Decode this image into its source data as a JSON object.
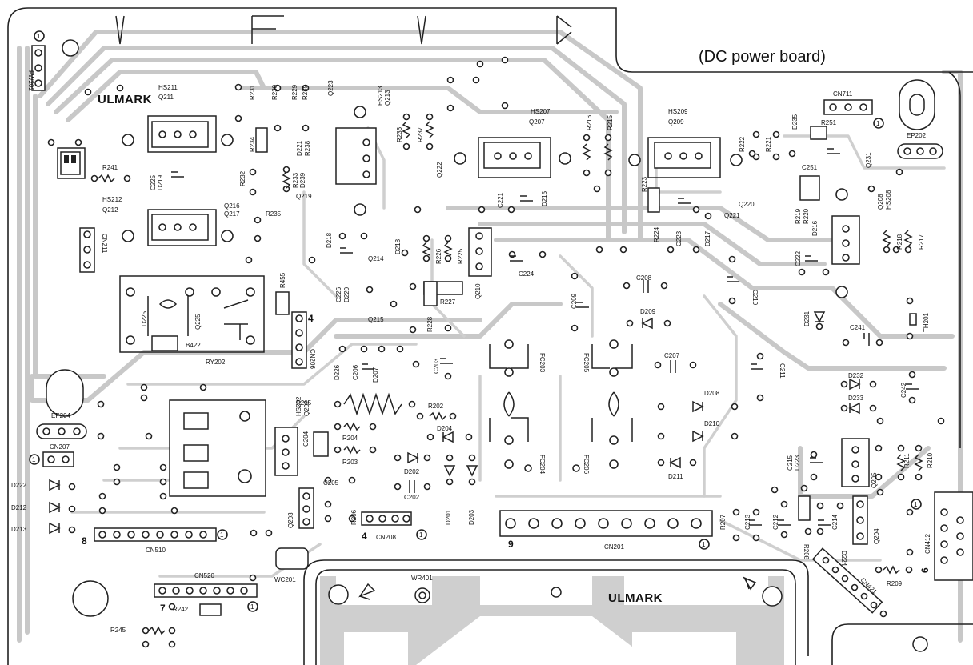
{
  "board_title": "(DC power board)",
  "logo_text": "ULMARK",
  "references": [
    {
      "id": "fw202",
      "text": "FW202"
    },
    {
      "id": "hs211",
      "text": "HS211"
    },
    {
      "id": "q211",
      "text": "Q211"
    },
    {
      "id": "r231",
      "text": "R231"
    },
    {
      "id": "r230",
      "text": "R230"
    },
    {
      "id": "r229",
      "text": "R229"
    },
    {
      "id": "r239",
      "text": "R239"
    },
    {
      "id": "q223",
      "text": "Q223"
    },
    {
      "id": "hs213",
      "text": "HS213"
    },
    {
      "id": "q213",
      "text": "Q213"
    },
    {
      "id": "hs207",
      "text": "HS207"
    },
    {
      "id": "q207",
      "text": "Q207"
    },
    {
      "id": "r216",
      "text": "R216"
    },
    {
      "id": "r215",
      "text": "R215"
    },
    {
      "id": "hs209",
      "text": "HS209"
    },
    {
      "id": "q209",
      "text": "Q209"
    },
    {
      "id": "d235",
      "text": "D235"
    },
    {
      "id": "cn711",
      "text": "CN711"
    },
    {
      "id": "r251",
      "text": "R251"
    },
    {
      "id": "ep202",
      "text": "EP202"
    },
    {
      "id": "r241",
      "text": "R241"
    },
    {
      "id": "hs212",
      "text": "HS212"
    },
    {
      "id": "q212",
      "text": "Q212"
    },
    {
      "id": "c225",
      "text": "C225"
    },
    {
      "id": "d219",
      "text": "D219"
    },
    {
      "id": "q216",
      "text": "Q216"
    },
    {
      "id": "q217",
      "text": "Q217"
    },
    {
      "id": "r234",
      "text": "R234"
    },
    {
      "id": "r232",
      "text": "R232"
    },
    {
      "id": "d221",
      "text": "D221"
    },
    {
      "id": "r238",
      "text": "R238"
    },
    {
      "id": "r233",
      "text": "R233"
    },
    {
      "id": "d239",
      "text": "D239"
    },
    {
      "id": "q219",
      "text": "Q219"
    },
    {
      "id": "r236",
      "text": "R236"
    },
    {
      "id": "r237",
      "text": "R237"
    },
    {
      "id": "q222",
      "text": "Q222"
    },
    {
      "id": "c221",
      "text": "C221"
    },
    {
      "id": "d215",
      "text": "D215"
    },
    {
      "id": "r223",
      "text": "R223"
    },
    {
      "id": "r222",
      "text": "R222"
    },
    {
      "id": "r221",
      "text": "R221"
    },
    {
      "id": "q221",
      "text": "Q221"
    },
    {
      "id": "q220",
      "text": "Q220"
    },
    {
      "id": "c251",
      "text": "C251"
    },
    {
      "id": "q231",
      "text": "Q231"
    },
    {
      "id": "cn211",
      "text": "CN211"
    },
    {
      "id": "r235",
      "text": "R235"
    },
    {
      "id": "d218a",
      "text": "D218"
    },
    {
      "id": "q214",
      "text": "Q214"
    },
    {
      "id": "d218b",
      "text": "D218"
    },
    {
      "id": "r226",
      "text": "R226"
    },
    {
      "id": "r225",
      "text": "R225"
    },
    {
      "id": "c224",
      "text": "C224"
    },
    {
      "id": "r224",
      "text": "R224"
    },
    {
      "id": "c223",
      "text": "C223"
    },
    {
      "id": "d217",
      "text": "D217"
    },
    {
      "id": "r219",
      "text": "R219"
    },
    {
      "id": "r220",
      "text": "R220"
    },
    {
      "id": "d216",
      "text": "D216"
    },
    {
      "id": "q208",
      "text": "Q208"
    },
    {
      "id": "hs208",
      "text": "HS208"
    },
    {
      "id": "r218",
      "text": "R218"
    },
    {
      "id": "r217",
      "text": "R217"
    },
    {
      "id": "c222",
      "text": "C222"
    },
    {
      "id": "r455",
      "text": "R455"
    },
    {
      "id": "c226",
      "text": "C226"
    },
    {
      "id": "d220",
      "text": "D220"
    },
    {
      "id": "q215",
      "text": "Q215"
    },
    {
      "id": "r227",
      "text": "R227"
    },
    {
      "id": "q210",
      "text": "Q210"
    },
    {
      "id": "r228",
      "text": "R228"
    },
    {
      "id": "c208",
      "text": "C208"
    },
    {
      "id": "c210",
      "text": "C210"
    },
    {
      "id": "c209",
      "text": "C209"
    },
    {
      "id": "d209",
      "text": "D209"
    },
    {
      "id": "d231",
      "text": "D231"
    },
    {
      "id": "th201",
      "text": "TH201"
    },
    {
      "id": "c241",
      "text": "C241"
    },
    {
      "id": "d225",
      "text": "D225"
    },
    {
      "id": "q225",
      "text": "Q225"
    },
    {
      "id": "b422",
      "text": "B422"
    },
    {
      "id": "ry202",
      "text": "RY202"
    },
    {
      "id": "cn206",
      "text": "CN206"
    },
    {
      "id": "d226",
      "text": "D226"
    },
    {
      "id": "c206",
      "text": "C206"
    },
    {
      "id": "d207",
      "text": "D207"
    },
    {
      "id": "c203",
      "text": "C203"
    },
    {
      "id": "fc203",
      "text": "FC203"
    },
    {
      "id": "fc205",
      "text": "FC205"
    },
    {
      "id": "c207",
      "text": "C207"
    },
    {
      "id": "c211",
      "text": "C211"
    },
    {
      "id": "d232",
      "text": "D232"
    },
    {
      "id": "d233",
      "text": "D233"
    },
    {
      "id": "c242",
      "text": "C242"
    },
    {
      "id": "ep204",
      "text": "EP204"
    },
    {
      "id": "cn207",
      "text": "CN207"
    },
    {
      "id": "hs202",
      "text": "HS202"
    },
    {
      "id": "q202",
      "text": "Q202"
    },
    {
      "id": "r205",
      "text": "R205"
    },
    {
      "id": "r202",
      "text": "R202"
    },
    {
      "id": "d208",
      "text": "D208"
    },
    {
      "id": "d210",
      "text": "D210"
    },
    {
      "id": "c204",
      "text": "C204"
    },
    {
      "id": "r204",
      "text": "R204"
    },
    {
      "id": "r203",
      "text": "R203"
    },
    {
      "id": "d204",
      "text": "D204"
    },
    {
      "id": "d202",
      "text": "D202"
    },
    {
      "id": "c202",
      "text": "C202"
    },
    {
      "id": "fc204",
      "text": "FC204"
    },
    {
      "id": "fc206",
      "text": "FC206"
    },
    {
      "id": "d211",
      "text": "D211"
    },
    {
      "id": "c215",
      "text": "C215"
    },
    {
      "id": "d223",
      "text": "D223"
    },
    {
      "id": "r211",
      "text": "R211"
    },
    {
      "id": "r210",
      "text": "R210"
    },
    {
      "id": "q205",
      "text": "Q205"
    },
    {
      "id": "d222",
      "text": "D222"
    },
    {
      "id": "d212",
      "text": "D212"
    },
    {
      "id": "d213",
      "text": "D213"
    },
    {
      "id": "c205",
      "text": "C205"
    },
    {
      "id": "q203",
      "text": "Q203"
    },
    {
      "id": "r206",
      "text": "R206"
    },
    {
      "id": "cn208",
      "text": "CN208"
    },
    {
      "id": "d201",
      "text": "D201"
    },
    {
      "id": "d203",
      "text": "D203"
    },
    {
      "id": "r207",
      "text": "R207"
    },
    {
      "id": "c213",
      "text": "C213"
    },
    {
      "id": "c212",
      "text": "C212"
    },
    {
      "id": "c214",
      "text": "C214"
    },
    {
      "id": "q204",
      "text": "Q204"
    },
    {
      "id": "cn412",
      "text": "CN412"
    },
    {
      "id": "cn510",
      "text": "CN510"
    },
    {
      "id": "cn201",
      "text": "CN201"
    },
    {
      "id": "r208",
      "text": "R208"
    },
    {
      "id": "d224",
      "text": "D224"
    },
    {
      "id": "cn421",
      "text": "CN421"
    },
    {
      "id": "r209",
      "text": "R209"
    },
    {
      "id": "wc201",
      "text": "WC201"
    },
    {
      "id": "cn520",
      "text": "CN520"
    },
    {
      "id": "r242",
      "text": "R242"
    },
    {
      "id": "r245",
      "text": "R245"
    },
    {
      "id": "wr401",
      "text": "WR401"
    }
  ],
  "pin_marks": [
    {
      "id": "p1",
      "text": "1"
    },
    {
      "id": "p2",
      "text": "1"
    },
    {
      "id": "p3",
      "text": "1"
    },
    {
      "id": "p4",
      "text": "1"
    },
    {
      "id": "p5",
      "text": "1"
    },
    {
      "id": "p6",
      "text": "1"
    },
    {
      "id": "p7",
      "text": "1"
    },
    {
      "id": "p8",
      "text": "1"
    }
  ],
  "pin_counts": [
    {
      "id": "n4a",
      "text": "4"
    },
    {
      "id": "n8",
      "text": "8"
    },
    {
      "id": "n4b",
      "text": "4"
    },
    {
      "id": "n9",
      "text": "9"
    },
    {
      "id": "n7",
      "text": "7"
    },
    {
      "id": "n6",
      "text": "6"
    }
  ]
}
